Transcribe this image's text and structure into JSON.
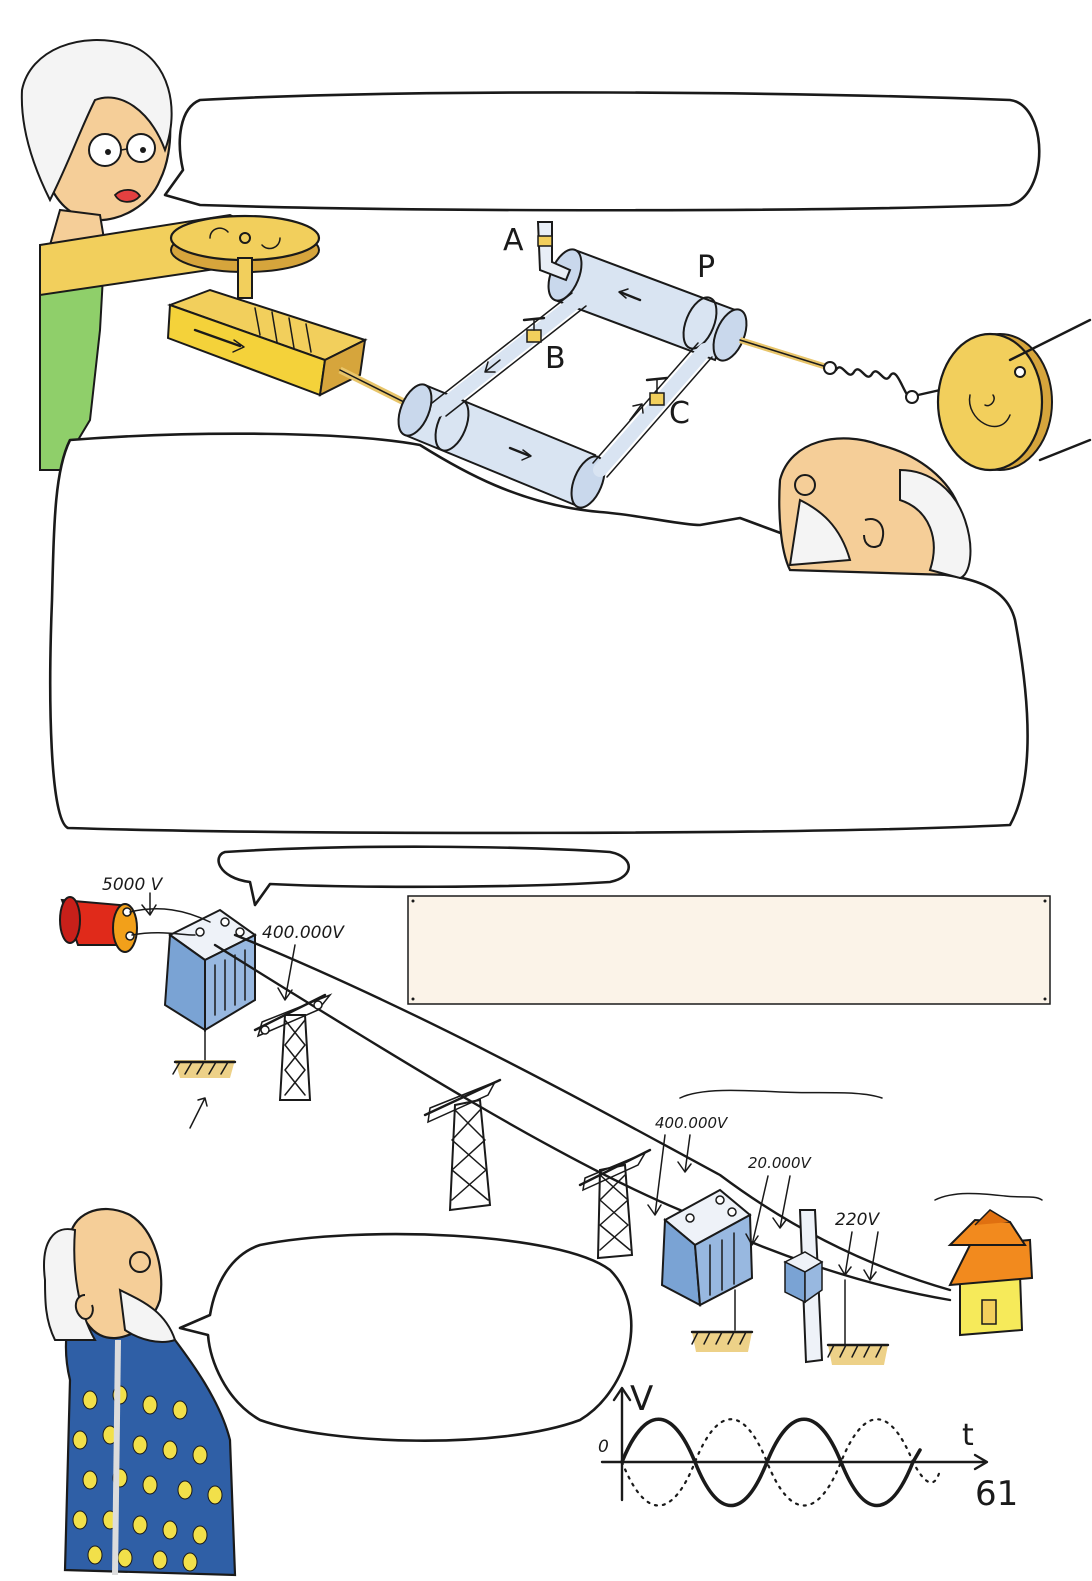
{
  "machine": {
    "labels": {
      "a": "A",
      "b": "B",
      "c": "C",
      "p": "P"
    }
  },
  "grid": {
    "voltages": {
      "generator": "5000 V",
      "step_up": "400.000V",
      "line_in": "400.000V",
      "substation": "20.000V",
      "house": "220V"
    }
  },
  "graph": {
    "v_label": "V",
    "t_label": "t",
    "origin": "0"
  },
  "page": {
    "number": "61"
  },
  "colors": {
    "skin": "#f5ce98",
    "green_shirt": "#8fcf6a",
    "wood": "#f2cf5c",
    "cylinder": "#d9e4f2",
    "transformer": "#7aa3d4",
    "generator_red": "#e02a1a",
    "generator_orange": "#f2a01a",
    "house_roof": "#f28a1e",
    "house_wall": "#f6ea5a",
    "ground": "#e8c56a",
    "shirt_blue": "#2f5fa6",
    "dots_yellow": "#f2e04a",
    "caption_box": "#fbf3e8"
  }
}
